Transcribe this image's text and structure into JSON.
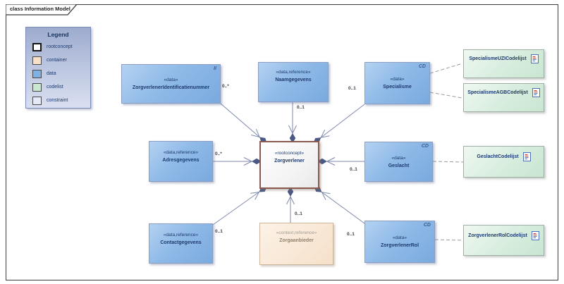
{
  "frame": {
    "tab_label": "class Information Model"
  },
  "legend": {
    "title": "Legend",
    "items": [
      {
        "label": "rootconcept",
        "color": "#ffffff"
      },
      {
        "label": "container",
        "color": "#f8dfc8"
      },
      {
        "label": "data",
        "color": "#7fb2e3"
      },
      {
        "label": "codelist",
        "color": "#c9e8d1"
      },
      {
        "label": "constraint",
        "color": "#e6e9f8"
      }
    ]
  },
  "nodes": {
    "zorgverlener_id": {
      "stereotype": "«data»",
      "name": "ZorgverlenerIdentificatienummer",
      "tag": "II"
    },
    "naamgegevens": {
      "stereotype": "«data,reference»",
      "name": "Naamgegevens"
    },
    "specialisme": {
      "stereotype": "«data»",
      "name": "Specialisme",
      "tag": "CD"
    },
    "adresgegevens": {
      "stereotype": "«data,reference»",
      "name": "Adresgegevens"
    },
    "zorgverlener": {
      "stereotype": "«rootconcept»",
      "name": "Zorgverlener"
    },
    "geslacht": {
      "stereotype": "«data»",
      "name": "Geslacht",
      "tag": "CD"
    },
    "contactgegevens": {
      "stereotype": "«data,reference»",
      "name": "Contactgegevens"
    },
    "zorgaanbieder": {
      "stereotype": "«context,reference»",
      "name": "Zorgaanbieder"
    },
    "zorgverlener_rol": {
      "stereotype": "«data»",
      "name": "ZorgverlenerRol",
      "tag": "CD"
    },
    "specialisme_uzi_codelijst": {
      "name": "SpecialismeUZICodelijst"
    },
    "specialisme_agb_codelijst": {
      "name": "SpecialismeAGBCodelijst"
    },
    "geslacht_codelijst": {
      "name": "GeslachtCodelijst"
    },
    "zorgverlener_rol_codelijst": {
      "name": "ZorgverlenerRolCodelijst"
    }
  },
  "multiplicities": {
    "identificatienummer": "0..*",
    "naamgegevens": "0..1",
    "specialisme": "0..1",
    "adresgegevens": "0..*",
    "geslacht": "0..1",
    "contactgegevens": "0..1",
    "zorgaanbieder": "0..1",
    "zorgverlener_rol": "0..1"
  },
  "colors": {
    "data_fill": "#7fb2e3",
    "codelist_fill": "#c9e8d1",
    "container_fill": "#f8dfc8",
    "rootconcept_border": "#8a5a50",
    "connector_line": "#7e8aad",
    "aggregation_diamond": "#4a5a85"
  }
}
